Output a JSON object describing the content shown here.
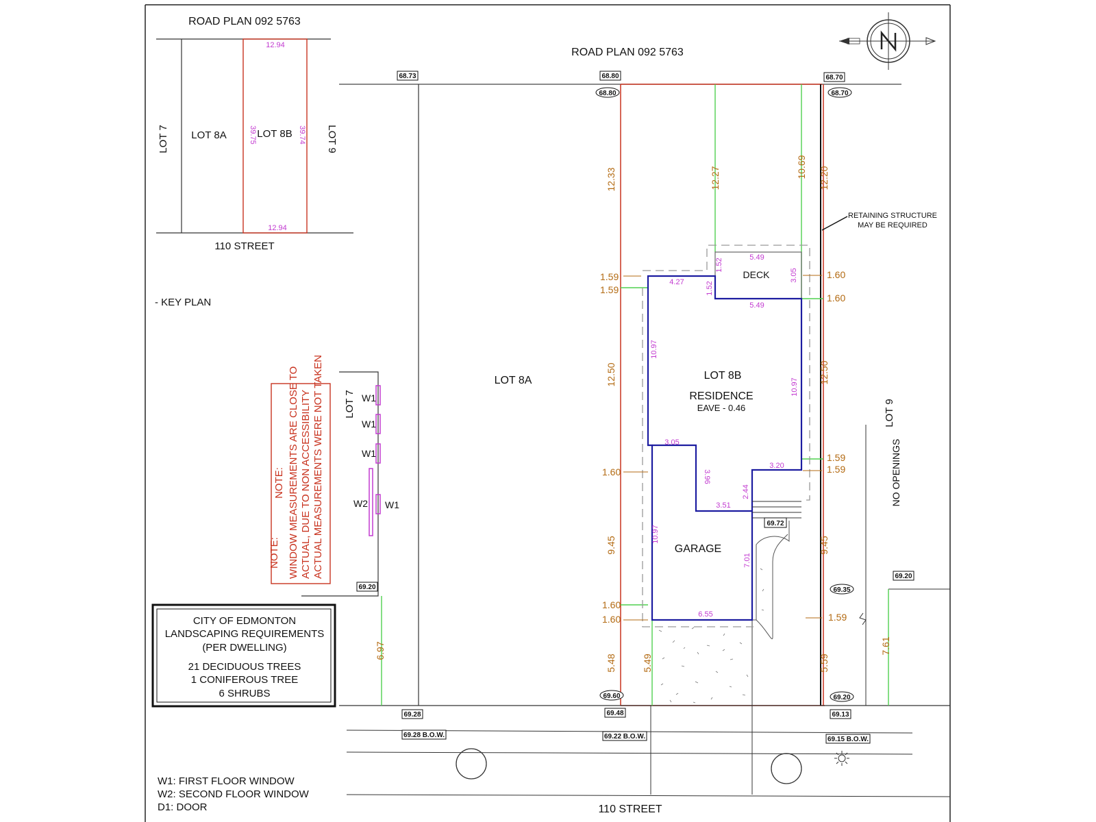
{
  "road_plan_key": "ROAD PLAN 092 5763",
  "road_plan_main": "ROAD PLAN 092 5763",
  "street_key": "110 STREET",
  "street_main": "110 STREET",
  "key_plan_label": "- KEY PLAN",
  "lots": {
    "lot7": "LOT 7",
    "lot8a": "LOT 8A",
    "lot8b": "LOT 8B",
    "lot9": "LOT 9"
  },
  "key_plan_dims": {
    "top": "12.94",
    "bottom": "12.94",
    "left": "39.75",
    "right": "39.74"
  },
  "residence": {
    "lot": "LOT 8B",
    "label": "RESIDENCE",
    "eave": "EAVE - 0.46"
  },
  "deck_label": "DECK",
  "garage_label": "GARAGE",
  "note": {
    "line1": "NOTE:",
    "line2": "WINDOW MEASUREMENTS ARE CLOSE TO",
    "line3": "ACTUAL, DUE TO NON ACCESSIBILITY",
    "line4": "ACTUAL MEASUREMENTS WERE NOT TAKEN"
  },
  "windows": {
    "w1": "W1",
    "w2": "W2"
  },
  "landscaping": {
    "line1": "CITY OF EDMONTON",
    "line2": "LANDSCAPING REQUIREMENTS",
    "line3": "(PER DWELLING)",
    "line4": "21 DECIDUOUS TREES",
    "line5": "1 CONIFEROUS TREE",
    "line6": "6 SHRUBS"
  },
  "legend": {
    "w1": "W1: FIRST FLOOR WINDOW",
    "w2": "W2: SECOND FLOOR WINDOW",
    "d1": "D1: DOOR"
  },
  "retaining": {
    "line1": "RETAINING STRUCTURE",
    "line2": "MAY BE REQUIRED"
  },
  "no_openings": "NO OPENINGS",
  "elevations": {
    "e6873": "68.73",
    "e6880_box": "68.80",
    "e6880_oval": "68.80",
    "e6870_box": "68.70",
    "e6870_oval": "68.70",
    "e6972": "69.72",
    "e6920_left": "69.20",
    "e6935": "69.35",
    "e6920_right": "69.20",
    "e6960": "69.60",
    "e6920_oval": "69.20",
    "e6928": "69.28",
    "e6948": "69.48",
    "e6913": "69.13",
    "bow1": "69.28 B.O.W.",
    "bow2": "69.22 B.O.W.",
    "bow3": "69.15 B.O.W."
  },
  "building_dims": {
    "d549_top": "5.49",
    "d152_a": "1.52",
    "d427": "4.27",
    "d152_b": "1.52",
    "d305_deck": "3.05",
    "d549_mid": "5.49",
    "d1097_left": "10.97",
    "d1097_right": "10.97",
    "d305_garage": "3.05",
    "d396": "3.96",
    "d320": "3.20",
    "d244": "2.44",
    "d351": "3.51",
    "d1097_garage": "10.97",
    "d701": "7.01",
    "d655": "6.55"
  },
  "setbacks": {
    "s1233": "12.33",
    "s1227": "12.27",
    "s1069": "10.69",
    "s1220": "12.20",
    "s159_a": "1.59",
    "s159_b": "1.59",
    "s160_a": "1.60",
    "s160_b": "1.60",
    "s1250_left": "12.50",
    "s1250_right": "12.50",
    "s160_c": "1.60",
    "s159_c": "1.59",
    "s159_d": "1.59",
    "s945_left": "9.45",
    "s945_right": "9.45",
    "s160_d": "1.60",
    "s160_e": "1.60",
    "s159_e": "1.59",
    "s548": "5.48",
    "s549": "5.49",
    "s559": "5.59",
    "s697": "6.97",
    "s761": "7.61"
  },
  "colors": {
    "property_line": "#c8321e",
    "building": "#1c1ca0",
    "setback": "#4fd04f",
    "dim_pink": "#c23ad0",
    "dim_brown": "#b36a12",
    "note_red": "#c8321e"
  }
}
